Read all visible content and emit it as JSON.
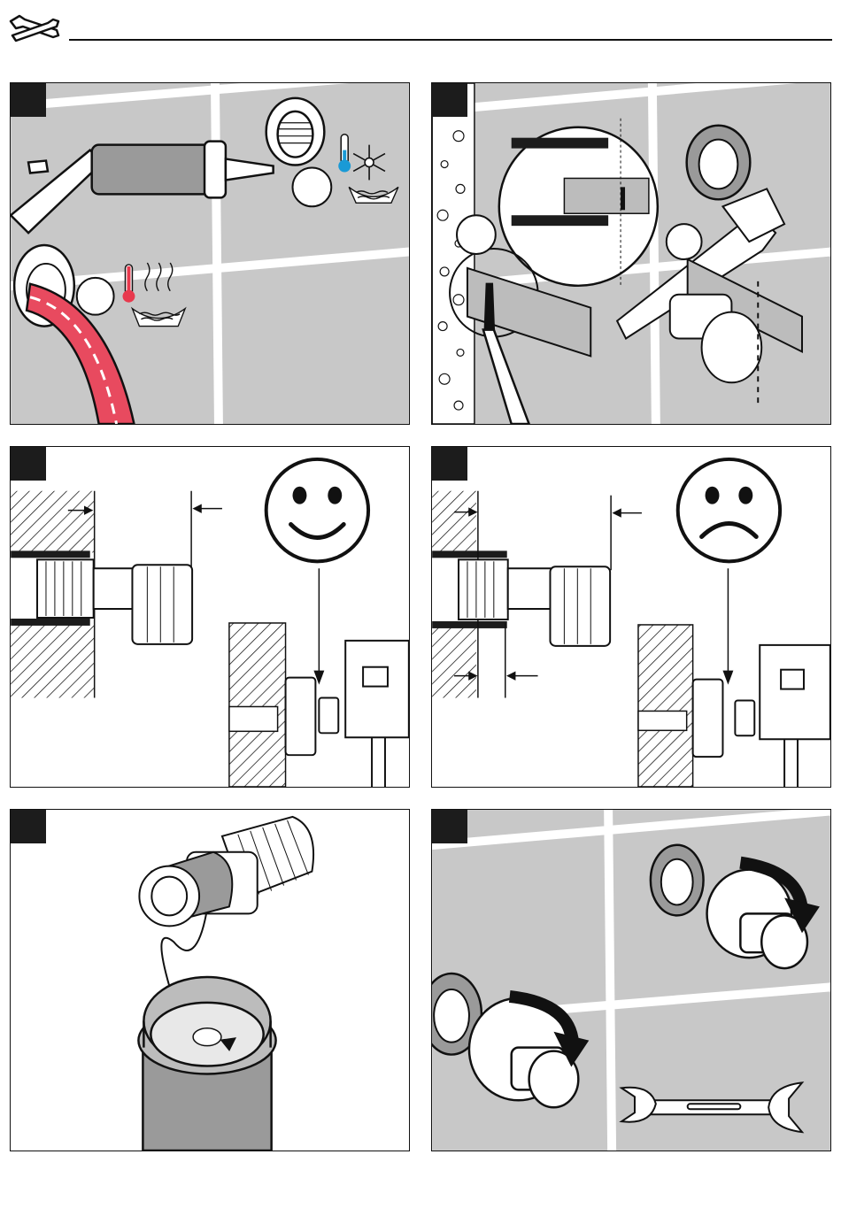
{
  "colors": {
    "tile": "#c8c8c8",
    "grout": "#ffffff",
    "outline": "#111111",
    "hose": "#e84a5f",
    "cold": "#1a9ad6",
    "hot": "#e8394d",
    "badge": "#1c1c1c"
  },
  "header": {
    "icon": "tools-icon"
  },
  "panels": [
    {
      "id": "panel-1",
      "badge": "",
      "icons": [
        "caulk-gun-icon",
        "cold-thermometer-icon",
        "snowflake-icon",
        "hot-thermometer-icon",
        "heat-waves-icon"
      ]
    },
    {
      "id": "panel-2",
      "badge": "",
      "icons": [
        "saw-icon",
        "screwdriver-icon",
        "magnifier-icon"
      ]
    },
    {
      "id": "panel-3",
      "badge": "",
      "icons": [
        "happy-face-icon"
      ]
    },
    {
      "id": "panel-4",
      "badge": "",
      "icons": [
        "sad-face-icon"
      ]
    },
    {
      "id": "panel-5",
      "badge": "",
      "icons": [
        "sealant-can-icon",
        "thread-tape-icon"
      ]
    },
    {
      "id": "panel-6",
      "badge": "",
      "icons": [
        "rotation-arrow-icon",
        "wrench-icon"
      ]
    }
  ]
}
